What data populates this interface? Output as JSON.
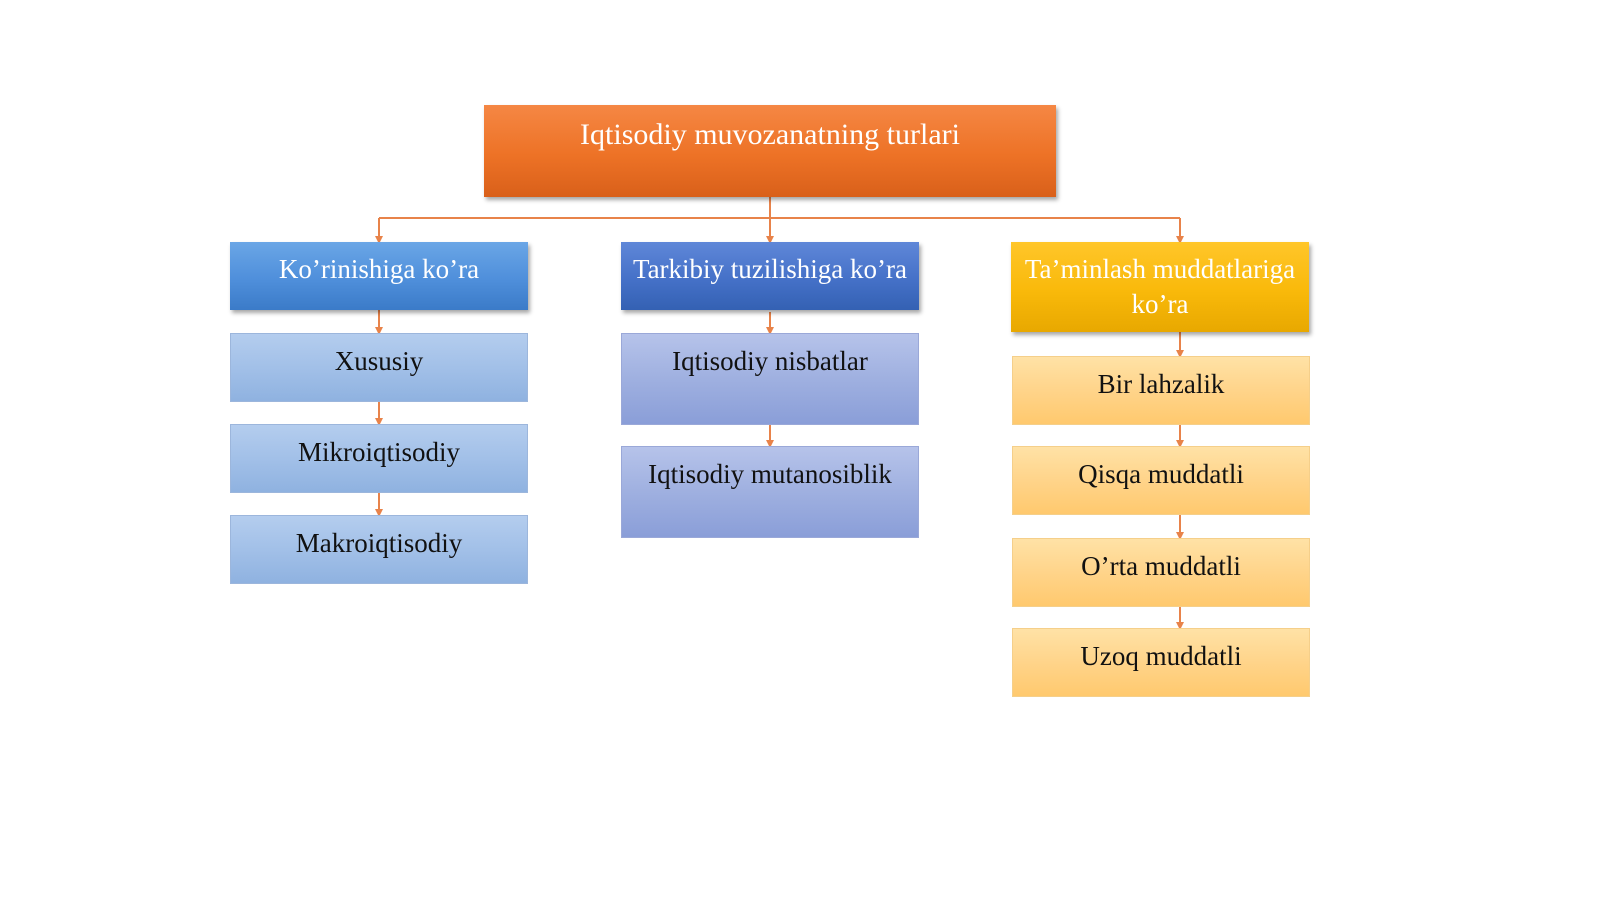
{
  "title": "Iqtisodiy muvozanatning turlari",
  "colors": {
    "root": "#ED7226",
    "connector": "#E8834A",
    "branch_1_header": "#4F8FDB",
    "branch_1_items": "#A2C0E8",
    "branch_2_header": "#4571C8",
    "branch_2_items": "#9FB0E0",
    "branch_3_header": "#F9B90A",
    "branch_3_items": "#FFD48A"
  },
  "branches": [
    {
      "label": "Ko’rinishiga ko’ra",
      "items": [
        "Xususiy",
        "Mikroiqtisodiy",
        "Makroiqtisodiy"
      ]
    },
    {
      "label": "Tarkibiy tuzilishiga ko’ra",
      "items": [
        "Iqtisodiy nisbatlar",
        "Iqtisodiy mutanosiblik"
      ]
    },
    {
      "label": "Ta’minlash muddatlariga ko’ra",
      "items": [
        "Bir lahzalik",
        "Qisqa muddatli",
        "O’rta muddatli",
        "Uzoq muddatli"
      ]
    }
  ]
}
